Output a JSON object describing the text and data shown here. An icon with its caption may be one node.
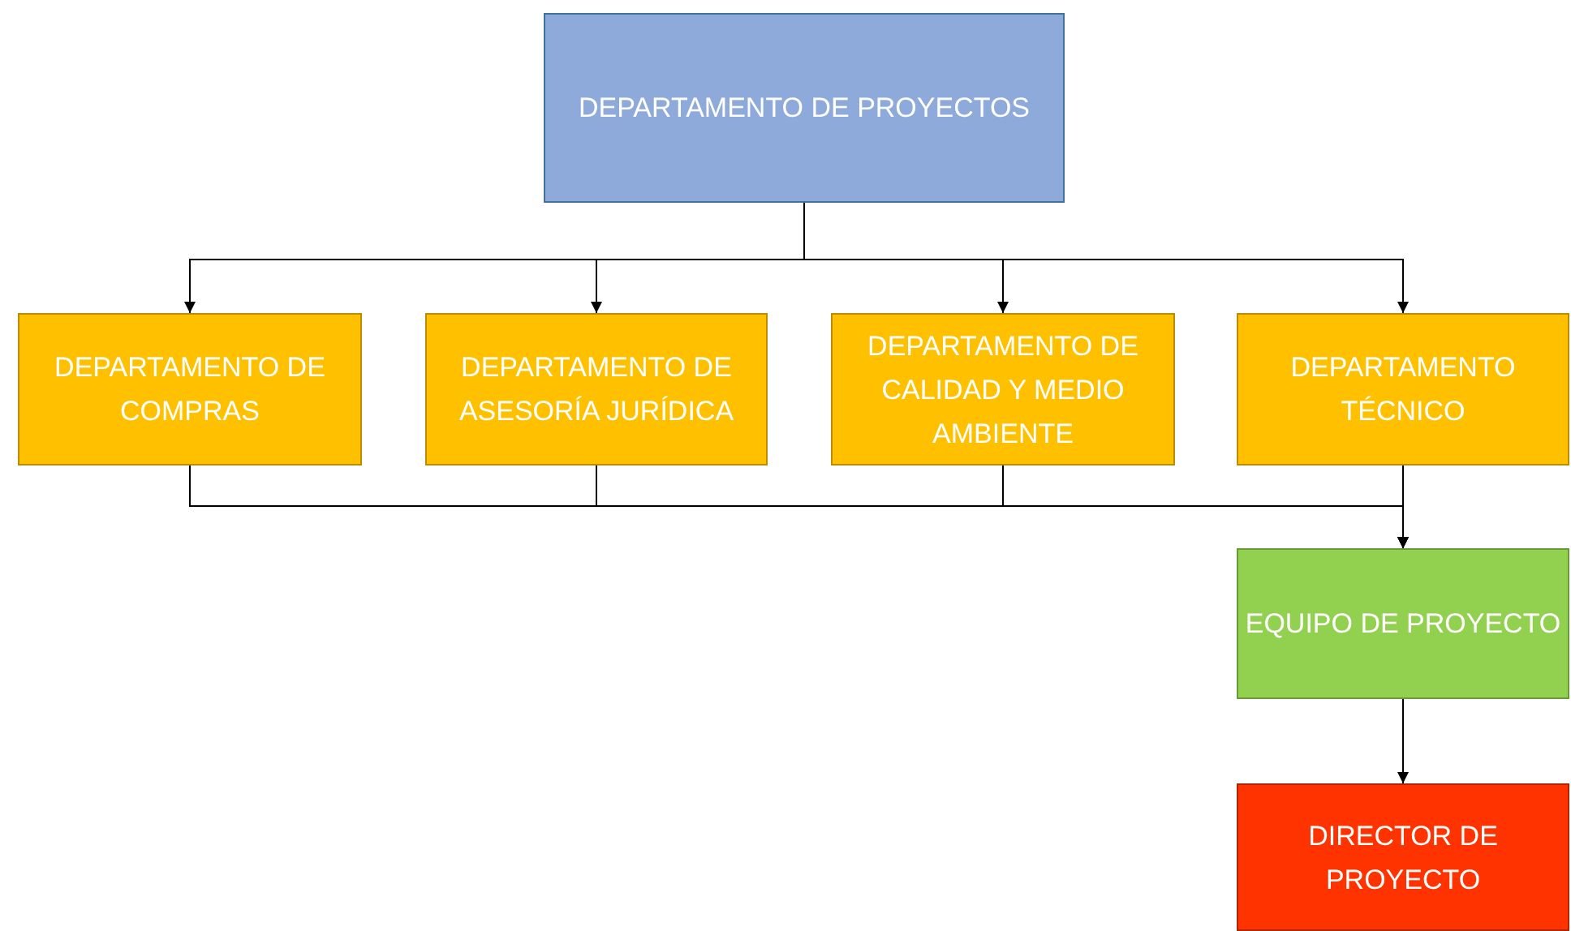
{
  "diagram": {
    "nodes": [
      {
        "text": [
          "DEPARTAMENTO DE PROYECTOS"
        ]
      },
      {
        "text": [
          "DEPARTAMENTO DE COMPRAS"
        ]
      },
      {
        "text": [
          "DEPARTAMENTO DE ASESORÍA JURÍDICA"
        ]
      },
      {
        "text": [
          "DEPARTAMENTO DE CALIDAD Y MEDIO AMBIENTE"
        ]
      },
      {
        "text": [
          "DEPARTAMENTO TÉCNICO"
        ]
      },
      {
        "text": [
          "EQUIPO DE PROYECTO"
        ]
      },
      {
        "text": [
          "DIRECTOR DE PROYECTO"
        ]
      }
    ],
    "edges": [
      {
        "from": 0,
        "to": 1,
        "arrow": "to"
      },
      {
        "from": 0,
        "to": 2,
        "arrow": "to"
      },
      {
        "from": 0,
        "to": 3,
        "arrow": "to"
      },
      {
        "from": 0,
        "to": 4,
        "arrow": "to"
      },
      {
        "from": 1,
        "to": 5,
        "arrow": "to"
      },
      {
        "from": 2,
        "to": 5,
        "arrow": "to"
      },
      {
        "from": 3,
        "to": 5,
        "arrow": "to"
      },
      {
        "from": 4,
        "to": 5,
        "arrow": "to"
      },
      {
        "from": 5,
        "to": 6,
        "arrow": "to"
      }
    ]
  }
}
